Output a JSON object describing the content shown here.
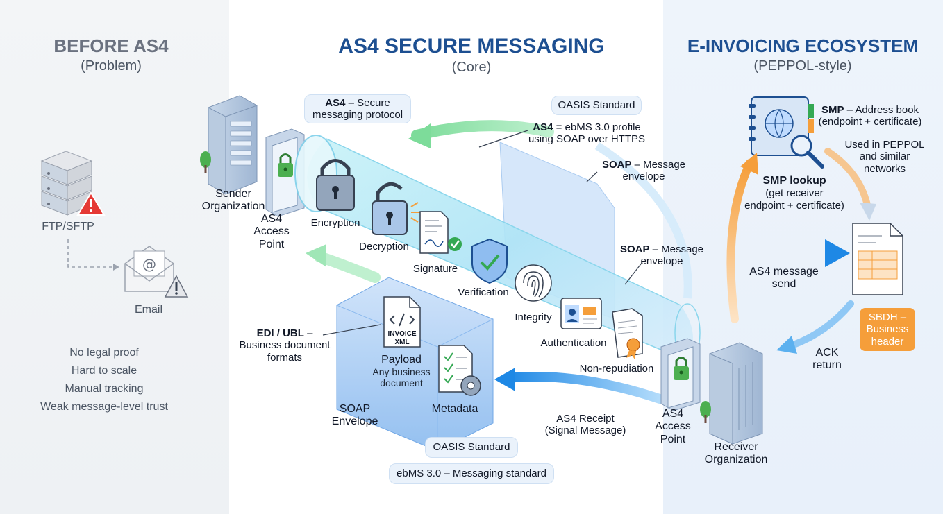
{
  "sections": {
    "before": {
      "title": "BEFORE AS4",
      "subtitle": "(Problem)"
    },
    "core": {
      "title": "AS4 SECURE MESSAGING",
      "subtitle": "(Core)"
    },
    "eco": {
      "title": "E-INVOICING ECOSYSTEM",
      "subtitle": "(PEPPOL-style)"
    }
  },
  "before": {
    "ftp_label": "FTP/SFTP",
    "email_label": "Email",
    "problems": [
      "No legal proof",
      "Hard to scale",
      "Manual tracking",
      "Weak message-level trust"
    ]
  },
  "core": {
    "as4_pill": {
      "bold": "AS4",
      "rest": " – Secure",
      "line2": "messaging protocol"
    },
    "oasis_top": "OASIS Standard",
    "as4_profile": {
      "bold": "AS4",
      "rest": " = ebMS 3.0 profile",
      "line2": "using SOAP over HTTPS"
    },
    "soap_top": {
      "bold": "SOAP",
      "rest": " – Message",
      "line2": "envelope"
    },
    "soap_mid": {
      "bold": "SOAP",
      "rest": " – Message",
      "line2": "envelope"
    },
    "sender_org": {
      "line1": "Sender",
      "line2": "Organization"
    },
    "sender_ap": {
      "line1": "AS4",
      "line2": "Access",
      "line3": "Point"
    },
    "features": [
      "Encryption",
      "Decryption",
      "Signature",
      "Verification",
      "Integrity",
      "Authentication",
      "Non-repudiation"
    ],
    "edi": {
      "bold": "EDI / UBL",
      "rest": " –",
      "line2": "Business document",
      "line3": "formats"
    },
    "invoice_tag": {
      "line1": "INVOICE",
      "line2": "XML"
    },
    "payload": {
      "title": "Payload",
      "line2": "Any business",
      "line3": "document"
    },
    "metadata": "Metadata",
    "soap_envelope": {
      "line1": "SOAP",
      "line2": "Envelope"
    },
    "receipt": {
      "line1": "AS4 Receipt",
      "line2": "(Signal Message)"
    },
    "oasis_bottom": "OASIS Standard",
    "ebms": "ebMS 3.0 – Messaging standard",
    "receiver_ap": {
      "line1": "AS4",
      "line2": "Access",
      "line3": "Point"
    },
    "receiver_org": {
      "line1": "Receiver",
      "line2": "Organization"
    }
  },
  "eco": {
    "smp_book": {
      "bold": "SMP",
      "rest": " – Address book",
      "line2": "(endpoint + certificate)"
    },
    "used_in": {
      "line1": "Used in PEPPOL",
      "line2": "and similar",
      "line3": "networks"
    },
    "smp_lookup": {
      "bold": "SMP lookup",
      "line2": "(get receiver",
      "line3": "endpoint + certificate)"
    },
    "as4_send": {
      "line1": "AS4 message",
      "line2": "send"
    },
    "sbdh": {
      "line1": "SBDH –",
      "line2": "Business",
      "line3": "header"
    },
    "ack": {
      "line1": "ACK",
      "line2": "return"
    }
  },
  "colors": {
    "accent_blue": "#1d4f91",
    "orange": "#f59e3a",
    "green": "#34a853",
    "red": "#e53935"
  }
}
